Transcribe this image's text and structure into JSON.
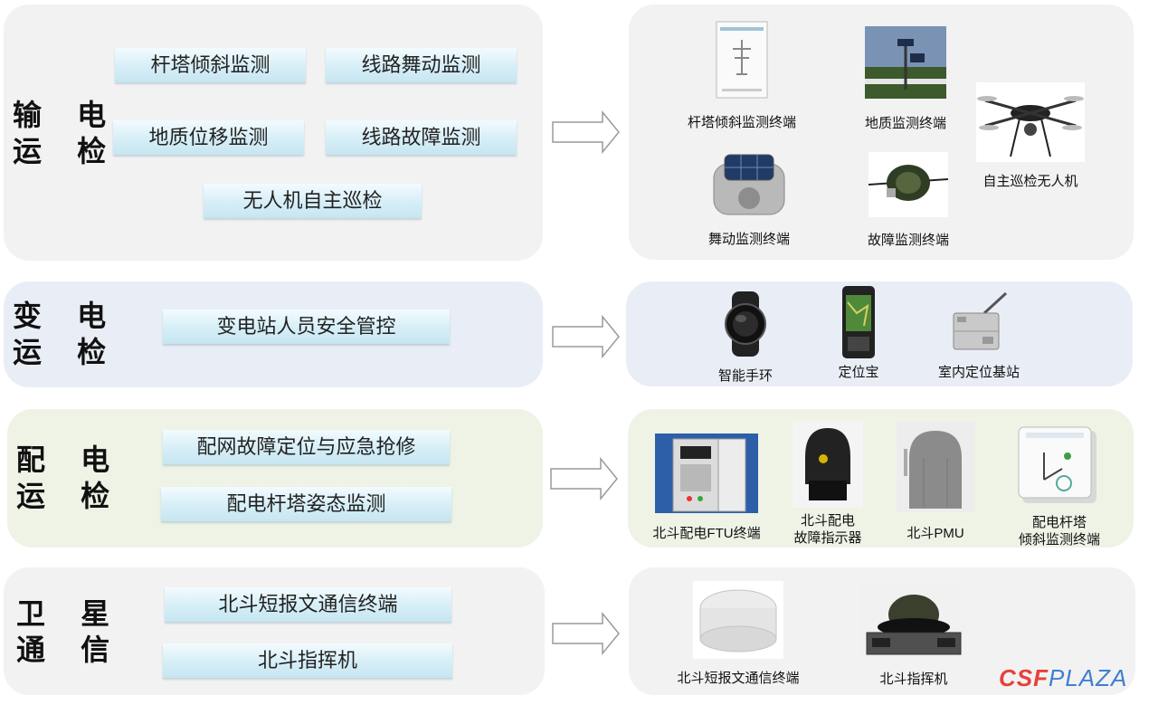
{
  "sections": [
    {
      "title": [
        "输 电",
        "运 检"
      ],
      "functions": [
        "杆塔倾斜监测",
        "线路舞动监测",
        "地质位移监测",
        "线路故障监测",
        "无人机自主巡检"
      ],
      "devices": [
        "杆塔倾斜监测终端",
        "地质监测终端",
        "自主巡检无人机",
        "舞动监测终端",
        "故障监测终端"
      ]
    },
    {
      "title": [
        "变 电",
        "运 检"
      ],
      "functions": [
        "变电站人员安全管控"
      ],
      "devices": [
        "智能手环",
        "定位宝",
        "室内定位基站"
      ]
    },
    {
      "title": [
        "配 电",
        "运 检"
      ],
      "functions": [
        "配网故障定位与应急抢修",
        "配电杆塔姿态监测"
      ],
      "devices": [
        "北斗配电FTU终端",
        [
          "北斗配电",
          "故障指示器"
        ],
        "北斗PMU",
        [
          "配电杆塔",
          "倾斜监测终端"
        ]
      ]
    },
    {
      "title": [
        "卫 星",
        "通 信"
      ],
      "functions": [
        "北斗短报文通信终端",
        "北斗指挥机"
      ],
      "devices": [
        "北斗短报文通信终端",
        "北斗指挥机"
      ]
    }
  ],
  "logo": {
    "part1": "CSF",
    "part2": "PLAZA"
  }
}
